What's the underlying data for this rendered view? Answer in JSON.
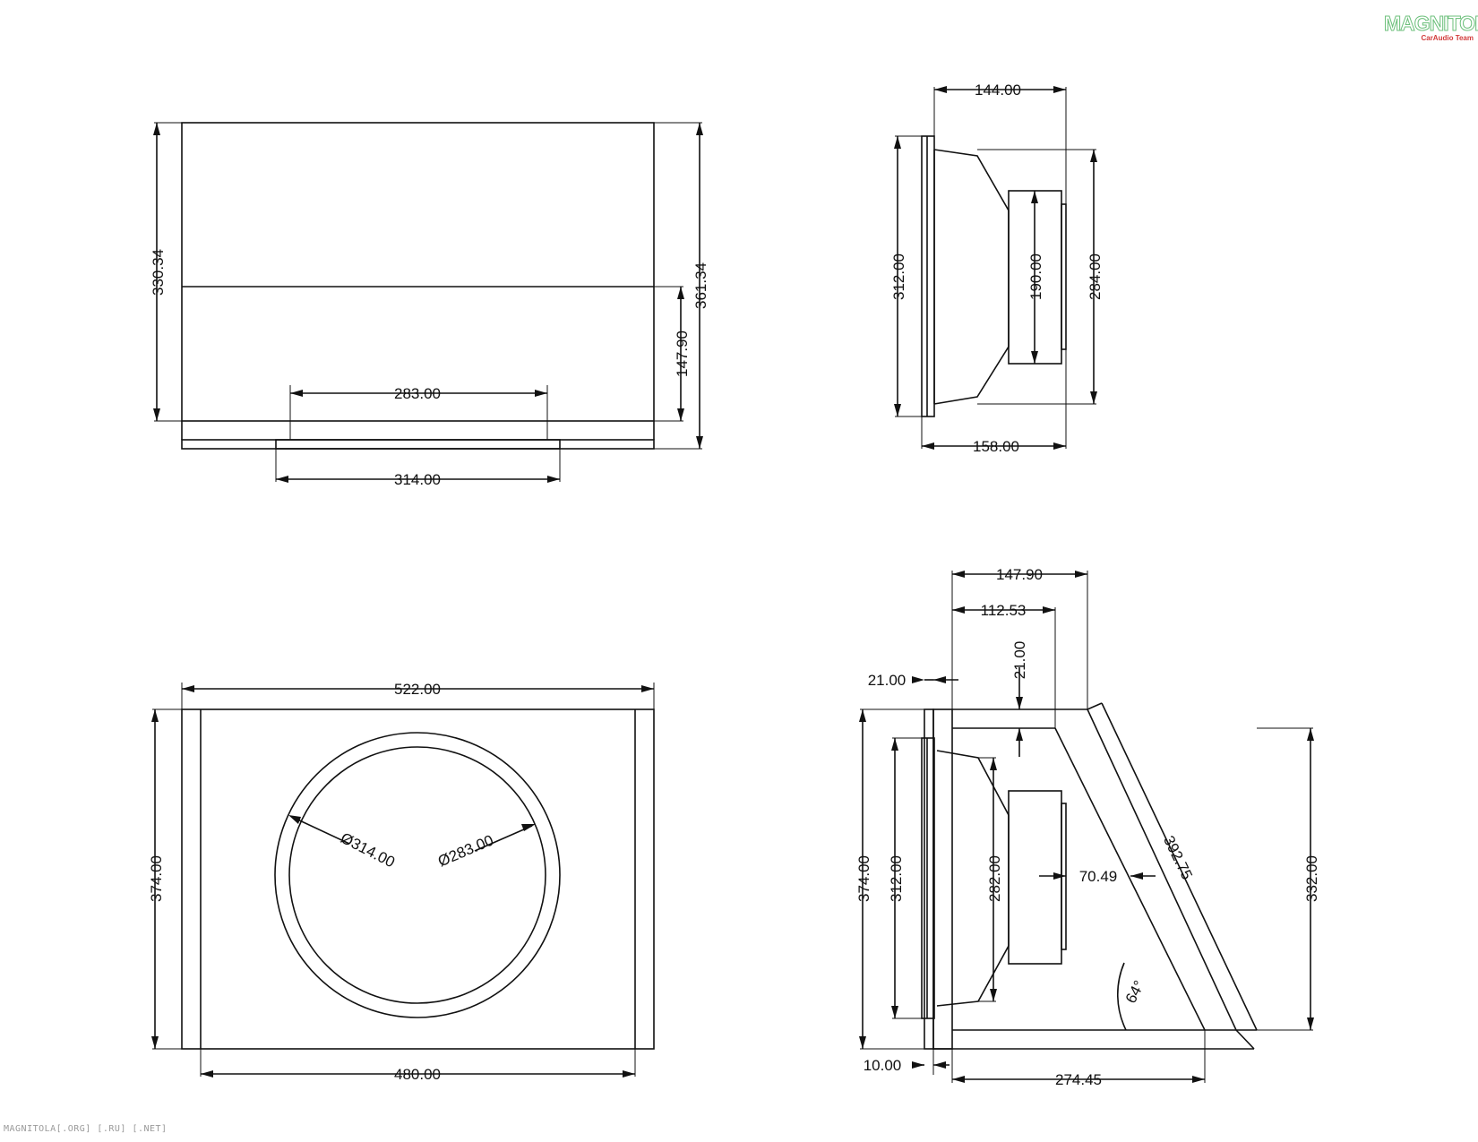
{
  "logo": {
    "brand": "MAGNITOLA",
    "team": "CarAudio Team"
  },
  "footer": "MAGNITOLA[.ORG] [.RU] [.NET]",
  "front_view": {
    "height_total": "361.34",
    "height_box": "330.34",
    "height_bottom": "147.90",
    "width_inner": "283.00",
    "width_outer": "314.00"
  },
  "side_view": {
    "depth_top": "144.00",
    "depth_bottom": "158.00",
    "flange": "312.00",
    "basket": "284.00",
    "magnet": "190.00"
  },
  "baffle_view": {
    "width_total": "522.00",
    "width_inner": "480.00",
    "height": "374.00",
    "dia_outer": "Ø314.00",
    "dia_inner": "Ø283.00"
  },
  "section_view": {
    "top_depth": "147.90",
    "top_inner": "112.53",
    "panel_left": "21.00",
    "panel_top": "21.00",
    "height_total": "374.00",
    "flange": "312.00",
    "basket": "282.00",
    "magnet_gap": "70.49",
    "slant": "392.75",
    "height_right": "332.00",
    "angle": "64°",
    "panel_bottom": "10.00",
    "bottom_depth": "274.45"
  }
}
